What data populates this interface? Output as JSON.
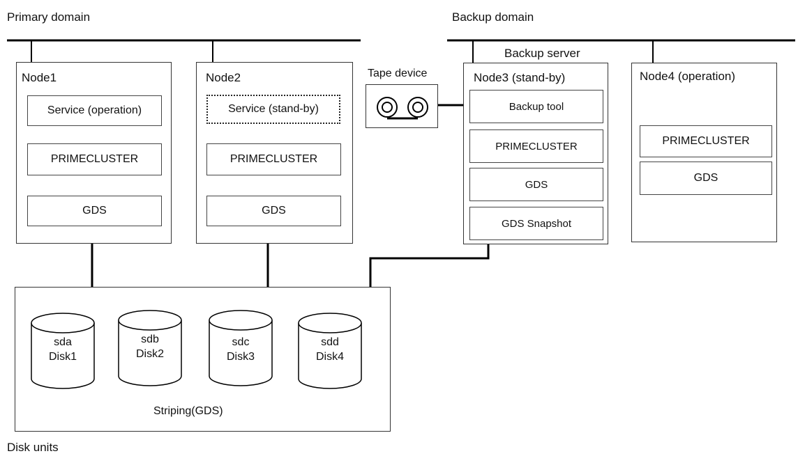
{
  "domains": {
    "primary": "Primary domain",
    "backup": "Backup domain"
  },
  "backup_server_label": "Backup server",
  "tape_device_label": "Tape device",
  "nodes": [
    {
      "title": "Node1",
      "components": [
        "Service (operation)",
        "PRIMECLUSTER",
        "GDS"
      ]
    },
    {
      "title": "Node2",
      "components": [
        "Service (stand-by)",
        "PRIMECLUSTER",
        "GDS"
      ]
    },
    {
      "title": "Node3 (stand-by)",
      "components": [
        "Backup tool",
        "PRIMECLUSTER",
        "GDS",
        "GDS Snapshot"
      ]
    },
    {
      "title": "Node4 (operation)",
      "components": [
        "PRIMECLUSTER",
        "GDS"
      ]
    }
  ],
  "disks": [
    {
      "device": "sda",
      "name": "Disk1"
    },
    {
      "device": "sdb",
      "name": "Disk2"
    },
    {
      "device": "sdc",
      "name": "Disk3"
    },
    {
      "device": "sdd",
      "name": "Disk4"
    }
  ],
  "striping_label": "Striping(GDS)",
  "disk_units_label": "Disk units",
  "colors": {
    "line": "#000000",
    "border": "#333333",
    "background": "#ffffff"
  }
}
